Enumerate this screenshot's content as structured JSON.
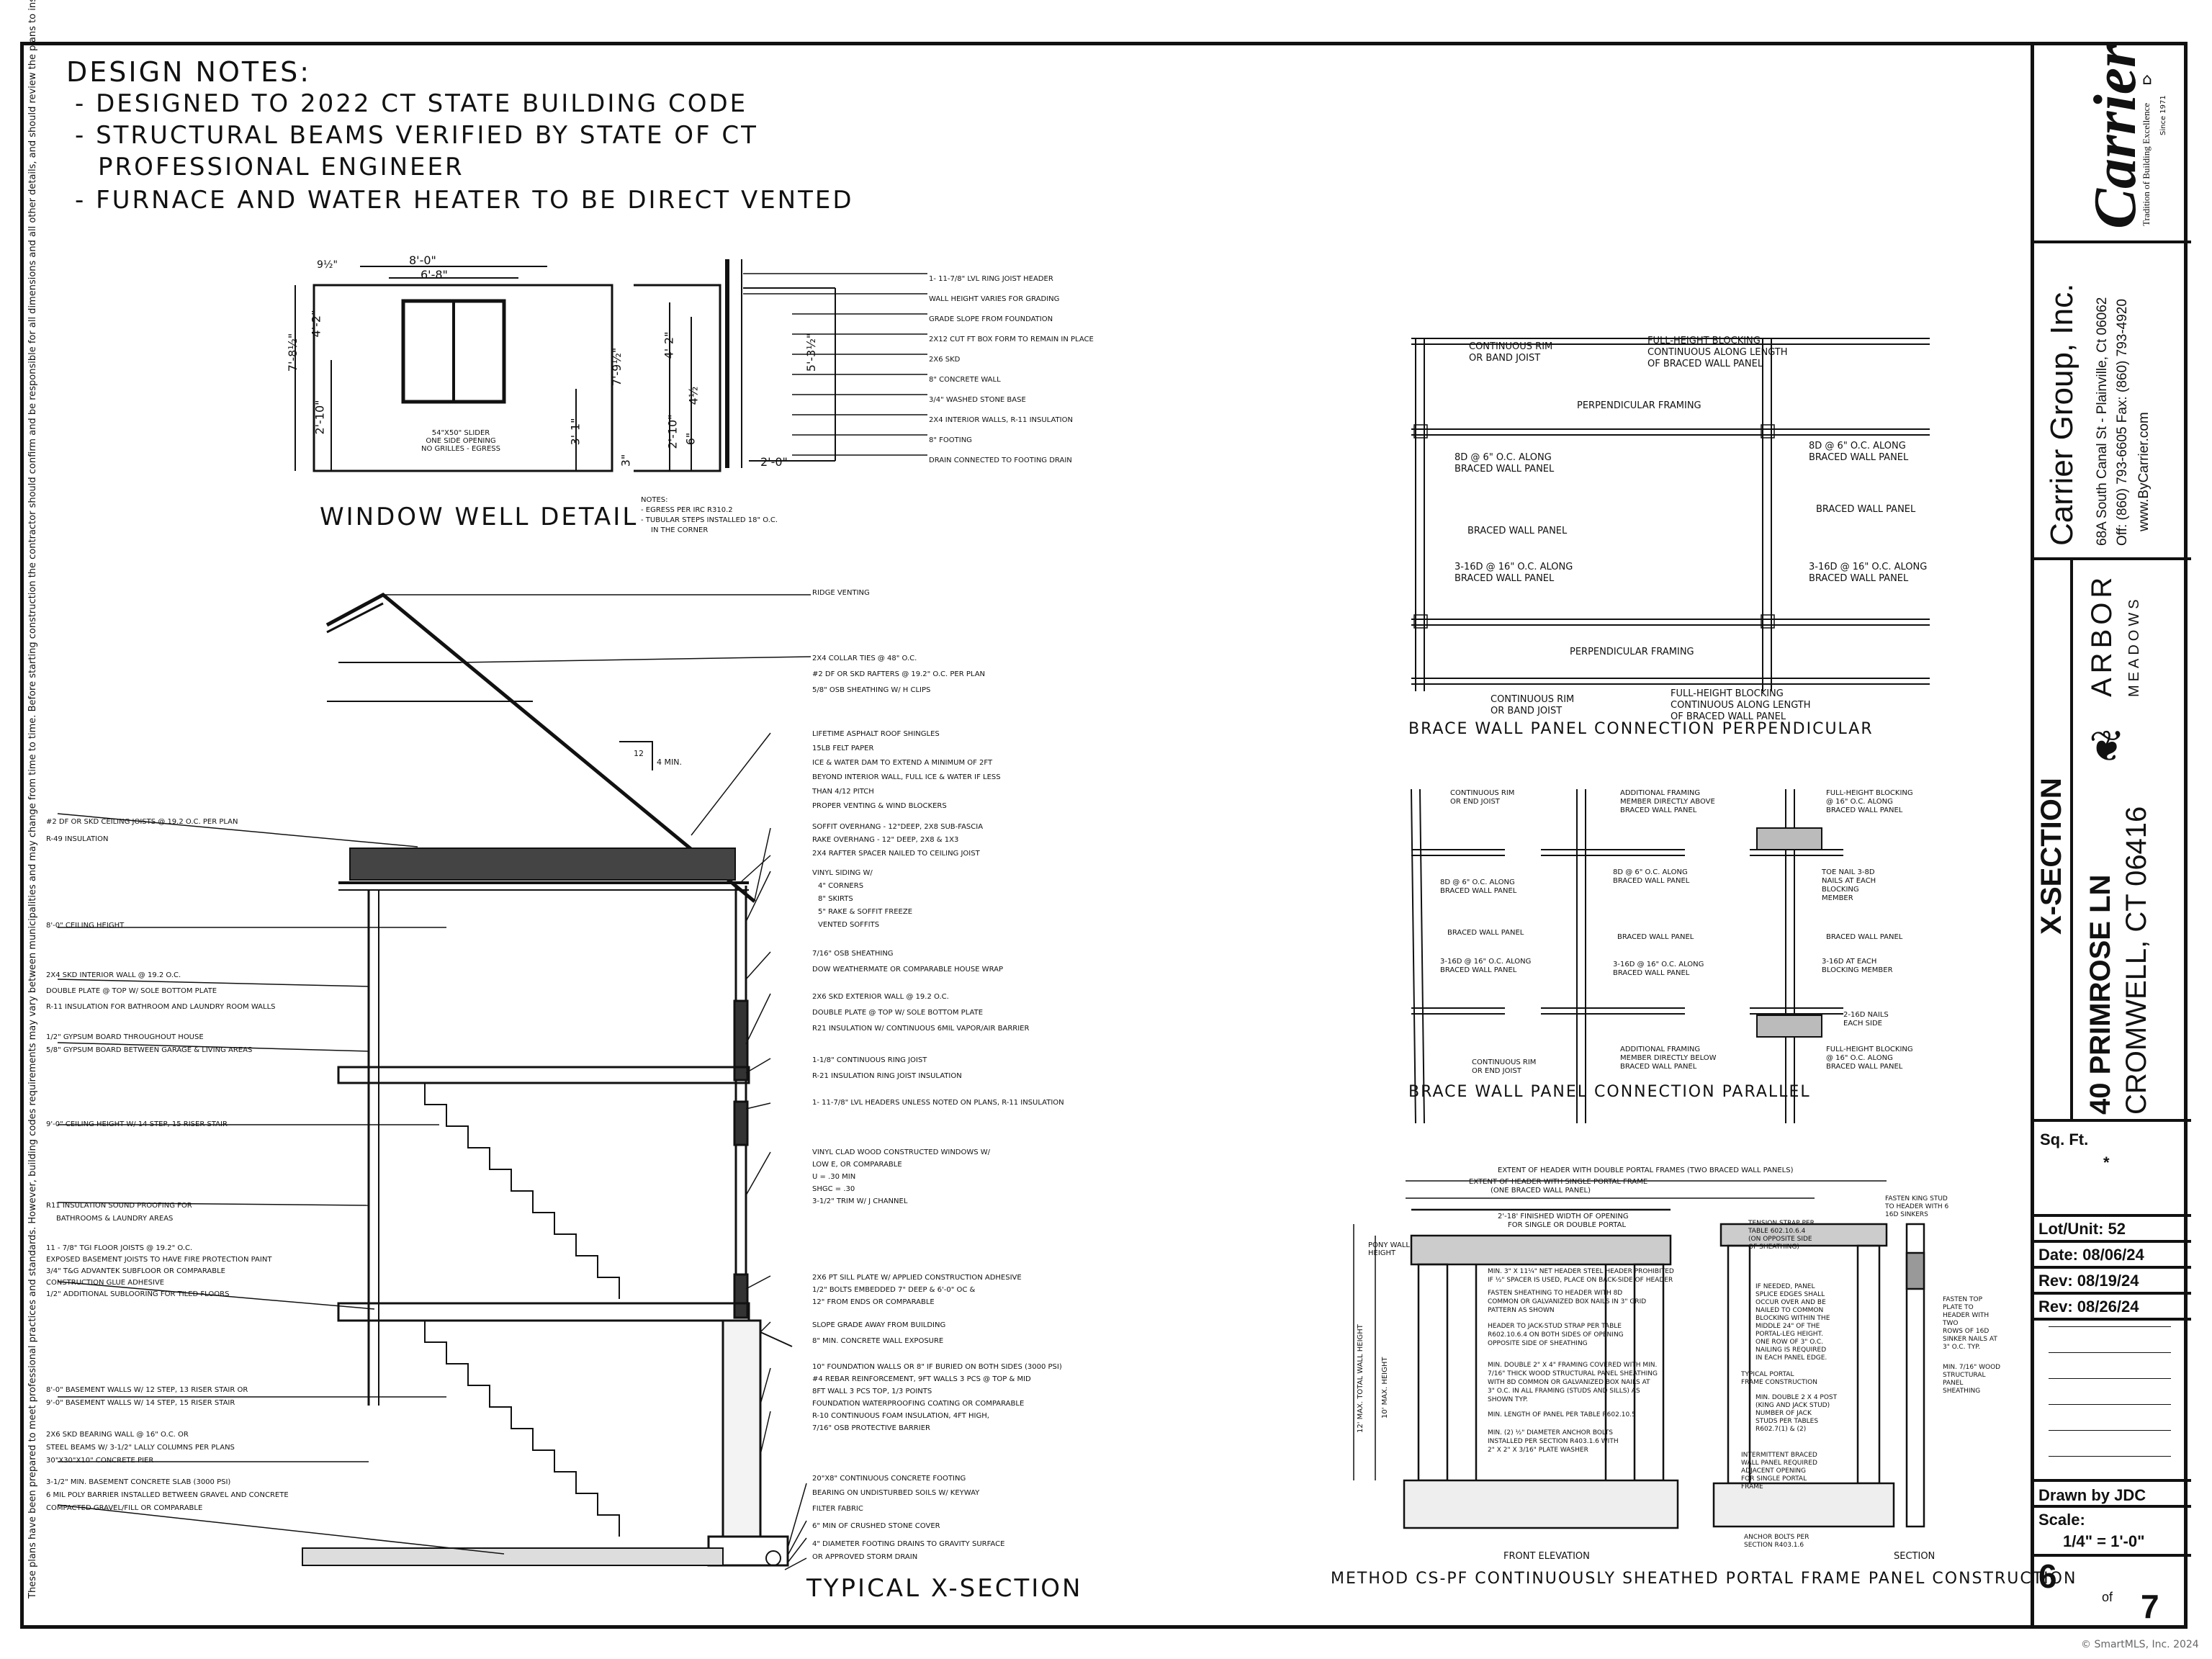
{
  "notes": {
    "title": "DESIGN NOTES:",
    "items": [
      "- DESIGNED TO 2022 CT STATE BUILDING CODE",
      "- STRUCTURAL BEAMS VERIFIED BY STATE OF CT",
      "PROFESSIONAL ENGINEER",
      "- FURNACE AND WATER HEATER TO BE DIRECT VENTED"
    ]
  },
  "disclaimer": "These plans have been prepared to meet professional practices and standards. However, building codes requirements may vary between municipalities and may change from time to time. Before starting construction the contractor should confirm and be responsible for all dimensions and all other details, and should review the plans to insure they meet current requirements.",
  "window_well": {
    "title": "WINDOW WELL DETAIL",
    "dims": [
      "8'-0\"",
      "6'-8\"",
      "9½\"",
      "7'-8½\"",
      "4'-2\"",
      "2'-10\"",
      "3'-1\"",
      "7'-9½\"",
      "4'-2\"",
      "2'-10\"",
      "5'-3½\"",
      "4½",
      "6\"",
      "3\"",
      "2'-0\""
    ],
    "window_label": [
      "54\"x50\" SLIDER",
      "ONE SIDE OPENING",
      "NO GRILLES - EGRESS"
    ],
    "callouts": [
      "1- 11-7/8\" LVL RING JOIST HEADER",
      "WALL HEIGHT VARIES FOR GRADING",
      "GRADE SLOPE FROM FOUNDATION",
      "2X12 CUT FT BOX FORM TO REMAIN IN PLACE",
      "2X6 SKD",
      "8\" CONCRETE WALL",
      "3/4\" WASHED STONE BASE",
      "2X4 INTERIOR WALLS, R-11 INSULATION",
      "8\" FOOTING",
      "DRAIN CONNECTED TO FOOTING DRAIN"
    ],
    "notes": [
      "NOTES:",
      "- EGRESS PER IRC R310.2",
      "- TUBULAR STEPS INSTALLED 18\" O.C.",
      "IN THE CORNER"
    ]
  },
  "xsection": {
    "title": "TYPICAL X-SECTION",
    "pitch": [
      "12",
      "4 MIN."
    ],
    "right_callouts": [
      [
        "RIDGE VENTING"
      ],
      [
        "2X4 COLLAR TIES @ 48\" O.C.",
        "#2 DF OR SKD RAFTERS @ 19.2\" O.C. PER PLAN",
        "5/8\" OSB SHEATHING W/ H CLIPS"
      ],
      [
        "LIFETIME ASPHALT ROOF SHINGLES",
        "15LB FELT PAPER",
        "ICE & WATER DAM TO EXTEND A MINIMUM OF 2FT",
        "BEYOND INTERIOR WALL, FULL ICE & WATER IF LESS",
        "THAN 4/12 PITCH",
        "PROPER VENTING & WIND BLOCKERS"
      ],
      [
        "SOFFIT OVERHANG - 12\"DEEP, 2X8 SUB-FASCIA",
        "RAKE OVERHANG - 12\" DEEP, 2X8 & 1x3"
      ],
      [
        "2x4 RAFTER SPACER NAILED TO CEILING JOIST"
      ],
      [
        "VINYL SIDING W/",
        "4\" CORNERS",
        "8\" SKIRTS",
        "5\" RAKE & SOFFIT FREEZE",
        "VENTED SOFFITS"
      ],
      [
        "7/16\" OSB SHEATHING",
        "DOW WEATHERMATE OR COMPARABLE HOUSE WRAP"
      ],
      [
        "2X6 SKD EXTERIOR WALL @ 19.2 O.C.",
        "DOUBLE PLATE @ TOP W/ SOLE BOTTOM PLATE",
        "R21 INSULATION W/ CONTINUOUS 6MIL VAPOR/AIR BARRIER"
      ],
      [
        "1-1/8\" CONTINUOUS RING JOIST",
        "R-21 INSULATION RING JOIST INSULATION"
      ],
      [
        "1- 11-7/8\" LVL HEADERS UNLESS NOTED ON PLANS, R-11 INSULATION"
      ],
      [
        "VINYL CLAD WOOD CONSTRUCTED WINDOWS W/",
        "LOW E, OR COMPARABLE",
        "U = .30 MIN",
        "SHGC = .30",
        "3-1/2\" TRIM W/ J CHANNEL"
      ],
      [
        "2X6 PT SILL PLATE W/ APPLIED CONSTRUCTION ADHESIVE",
        "1/2\" BOLTS EMBEDDED 7\" DEEP & 6'-0\" OC &",
        "12\" FROM ENDS OR COMPARABLE"
      ],
      [
        "SLOPE GRADE AWAY FROM BUILDING",
        "8\" MIN. CONCRETE WALL EXPOSURE"
      ],
      [
        "10\" FOUNDATION WALLS OR 8\" IF BURIED ON BOTH SIDES (3000 PSI)",
        "#4 REBAR REINFORCEMENT, 9FT WALLS 3 PCS @ TOP & MID",
        "8FT WALL 3 PCS TOP, 1/3 POINTS",
        "FOUNDATION WATERPROOFING COATING OR COMPARABLE"
      ],
      [
        "R-10 CONTINUOUS FOAM INSULATION, 4FT HIGH,",
        "7/16\" OSB PROTECTIVE BARRIER"
      ],
      [
        "20\"X8\" CONTINUOUS CONCRETE FOOTING",
        "BEARING ON UNDISTURBED SOILS W/ KEYWAY"
      ],
      [
        "FILTER FABRIC"
      ],
      [
        "6\" MIN OF CRUSHED STONE COVER"
      ],
      [
        "4\" DIAMETER FOOTING DRAINS TO GRAVITY SURFACE",
        "OR APPROVED STORM DRAIN"
      ]
    ],
    "left_callouts": [
      [
        "#2 DF OR SKD CEILING JOISTS @ 19.2 O.C. PER PLAN",
        "R-49 INSULATION"
      ],
      [
        "8'-0\" CEILING HEIGHT"
      ],
      [
        "2X4 SKD INTERIOR WALL @ 19.2 O.C.",
        "DOUBLE PLATE @ TOP W/ SOLE BOTTOM PLATE",
        "R-11 INSULATION FOR BATHROOM AND LAUNDRY ROOM WALLS"
      ],
      [
        "1/2\" GYPSUM BOARD THROUGHOUT HOUSE",
        "5/8\" GYPSUM BOARD BETWEEN GARAGE & LIVING AREAS"
      ],
      [
        "9'-0\" CEILING HEIGHT W/ 14 STEP, 15 RISER STAIR"
      ],
      [
        "R11 INSULATION SOUND PROOFING FOR",
        "BATHROOMS & LAUNDRY AREAS"
      ],
      [
        "11 - 7/8\" TGI FLOOR JOISTS @ 19.2\" O.C.",
        "EXPOSED BASEMENT JOISTS TO HAVE FIRE PROTECTION PAINT",
        "3/4\" T&G ADVANTEK SUBFLOOR OR COMPARABLE",
        "CONSTRUCTION GLUE ADHESIVE",
        "1/2\" ADDITIONAL SUBLOORING FOR TILED FLOORS"
      ],
      [
        "8'-0\" BASEMENT WALLS W/ 12 STEP, 13 RISER STAIR OR",
        "9'-0\" BASEMENT WALLS W/ 14 STEP, 15 RISER STAIR"
      ],
      [
        "2X6 SKD BEARING WALL @ 16\" O.C. OR",
        "STEEL BEAMS W/ 3-1/2\" LALLY COLUMNS PER PLANS",
        "30\"X30\"X10\" CONCRETE PIER"
      ],
      [
        "3-1/2\" MIN. BASEMENT CONCRETE SLAB (3000 PSI)",
        "6 MIL POLY BARRIER INSTALLED BETWEEN GRAVEL AND CONCRETE",
        "COMPACTED GRAVEL/FILL OR COMPARABLE"
      ]
    ]
  },
  "brace_perp": {
    "title": "BRACE WALL PANEL CONNECTION PERPENDICULAR",
    "labels": {
      "rim_top": [
        "CONTINUOUS RIM",
        "OR BAND JOIST"
      ],
      "block_top": [
        "FULL-HEIGHT BLOCKING",
        "CONTINUOUS ALONG LENGTH",
        "OF BRACED WALL PANEL"
      ],
      "perp1": "PERPENDICULAR FRAMING",
      "nail8d_l": [
        "8d @ 6\" O.C. ALONG",
        "BRACED WALL PANEL"
      ],
      "nail8d_r": [
        "8d @ 6\" O.C. ALONG",
        "BRACED WALL PANEL"
      ],
      "bwp_r": "BRACED WALL PANEL",
      "bwp_l": "BRACED WALL PANEL",
      "nail16_l": [
        "3-16d @ 16\" O.C. ALONG",
        "BRACED WALL PANEL"
      ],
      "nail16_r": [
        "3-16d @ 16\" O.C. ALONG",
        "BRACED WALL PANEL"
      ],
      "perp2": "PERPENDICULAR FRAMING",
      "rim_bot": [
        "CONTINUOUS RIM",
        "OR BAND JOIST"
      ],
      "block_bot": [
        "FULL-HEIGHT BLOCKING",
        "CONTINUOUS ALONG LENGTH",
        "OF BRACED WALL PANEL"
      ]
    }
  },
  "brace_par": {
    "title": "BRACE WALL PANEL CONNECTION PARALLEL",
    "col1": [
      [
        "CONTINUOUS RIM",
        "OR END JOIST"
      ],
      [
        "8d @ 6\" O.C. ALONG",
        "BRACED WALL PANEL"
      ],
      [
        "BRACED WALL PANEL"
      ],
      [
        "3-16d @ 16\" O.C. ALONG",
        "BRACED WALL PANEL"
      ],
      [
        "CONTINUOUS RIM",
        "OR END JOIST"
      ]
    ],
    "col2": [
      [
        "ADDITIONAL FRAMING",
        "MEMBER DIRECTLY ABOVE",
        "BRACED WALL PANEL"
      ],
      [
        "8d @ 6\" O.C. ALONG",
        "BRACED WALL PANEL"
      ],
      [
        "BRACED WALL PANEL"
      ],
      [
        "3-16d @ 16\" O.C. ALONG",
        "BRACED WALL PANEL"
      ],
      [
        "ADDITIONAL FRAMING",
        "MEMBER DIRECTLY BELOW",
        "BRACED WALL PANEL"
      ]
    ],
    "col3": [
      [
        "FULL-HEIGHT BLOCKING",
        "@ 16\" O.C. ALONG",
        "BRACED WALL PANEL"
      ],
      [
        "TOE NAIL 3-8d",
        "NAILS AT EACH",
        "BLOCKING",
        "MEMBER"
      ],
      [
        "BRACED WALL PANEL"
      ],
      [
        "3-16d AT EACH",
        "BLOCKING MEMBER"
      ],
      [
        "2-16d NAILS",
        "EACH SIDE"
      ],
      [
        "FULL-HEIGHT BLOCKING",
        "@ 16\" O.C. ALONG",
        "BRACED WALL PANEL"
      ]
    ]
  },
  "portal": {
    "title": "METHOD CS-PF CONTINUOUSLY SHEATHED PORTAL FRAME PANEL CONSTRUCTION",
    "front": "FRONT ELEVATION",
    "section": "SECTION",
    "top_dims": [
      "EXTENT OF HEADER WITH DOUBLE PORTAL FRAMES (TWO BRACED WALL PANELS)",
      "EXTENT OF HEADER WITH SINGLE PORTAL FRAME",
      "(ONE BRACED WALL PANEL)",
      "2'-18' FINISHED WIDTH OF OPENING",
      "FOR SINGLE OR DOUBLE PORTAL"
    ],
    "left_dims": [
      "PONY WALL",
      "HEIGHT",
      "12' MAX. TOTAL WALL HEIGHT",
      "10' MAX. HEIGHT"
    ],
    "center_notes": [
      [
        "MIN. 3\" x 11¼\" NET HEADER STEEL HEADER PROHIBITED",
        "IF ½\" SPACER IS USED, PLACE ON BACK-SIDE OF HEADER"
      ],
      [
        "FASTEN SHEATHING TO HEADER WITH 8D",
        "COMMON OR GALVANIZED BOX NAILS IN 3\" GRID",
        "PATTERN AS SHOWN"
      ],
      [
        "HEADER TO JACK-STUD STRAP PER TABLE",
        "R602.10.6.4 ON BOTH SIDES OF OPENING",
        "OPPOSITE SIDE OF SHEATHING"
      ],
      [
        "MIN. DOUBLE 2\" x 4\" FRAMING COVERED WITH MIN.",
        "7/16\" THICK WOOD STRUCTURAL PANEL SHEATHING",
        "WITH 8D COMMON OR GALVANIZED BOX NAILS AT",
        "3\" O.C. IN ALL FRAMING (STUDS AND SILLS) AS",
        "SHOWN TYP."
      ],
      [
        "MIN. LENGTH OF PANEL PER TABLE R602.10.5"
      ],
      [
        "MIN. (2) ½\" DIAMETER ANCHOR BOLTS",
        "INSTALLED PER SECTION R403.1.6 WITH",
        "2\" x 2\" x 3/16\" PLATE WASHER"
      ]
    ],
    "right_notes": [
      [
        "TENSION STRAP PER",
        "TABLE 602.10.6.4",
        "(ON OPPOSITE SIDE",
        "OF SHEATHING)"
      ],
      [
        "IF NEEDED, PANEL",
        "SPLICE EDGES SHALL",
        "OCCUR OVER AND BE",
        "NAILED TO COMMON",
        "BLOCKING WITHIN THE",
        "MIDDLE 24\" OF THE",
        "PORTAL-LEG HEIGHT.",
        "ONE ROW OF 3\" O.C.",
        "NAILING IS REQUIRED",
        "IN EACH PANEL EDGE."
      ],
      [
        "TYPICAL PORTAL",
        "FRAME CONSTRUCTION"
      ],
      [
        "MIN. DOUBLE 2 x 4 POST",
        "(KING AND JACK STUD)",
        "NUMBER OF JACK",
        "STUDS PER TABLES",
        "R602.7(1) & (2)"
      ],
      [
        "INTERMITTENT BRACED",
        "WALL PANEL REQUIRED",
        "ADJACENT OPENING",
        "FOR SINGLE PORTAL",
        "FRAME"
      ],
      [
        "ANCHOR BOLTS PER",
        "SECTION R403.1.6"
      ]
    ],
    "section_notes": [
      [
        "FASTEN KING STUD",
        "TO HEADER WITH 6",
        "16D SINKERS"
      ],
      [
        "FASTEN TOP",
        "PLATE TO",
        "HEADER WITH",
        "TWO",
        "ROWS OF 16D",
        "SINKER NAILS AT",
        "3\" O.C. TYP."
      ],
      [
        "MIN. 7/16\" WOOD",
        "STRUCTURAL",
        "PANEL",
        "SHEATHING"
      ]
    ]
  },
  "titleblock": {
    "logo": "Carrier",
    "logo_tag": "Tradition of Building Excellence",
    "logo_since": "Since 1971",
    "company": "Carrier Group, Inc.",
    "address": "68A South Canal St - Plainville, Ct 06062",
    "phone": "Off: (860) 793-6605  Fax: (860) 793-4920",
    "web": "www.ByCarrier.com",
    "sheet_title": "X-SECTION",
    "project_logo_1": "ARBOR",
    "project_logo_2": "MEADOWS",
    "street": "40 PRIMROSE LN",
    "city": "CROMWELL, CT 06416",
    "sqft_label": "Sq. Ft.",
    "sqft_value": "*",
    "lot": "Lot/Unit: 52",
    "date": "Date: 08/06/24",
    "rev1": "Rev: 08/19/24",
    "rev2": "Rev: 08/26/24",
    "drawn": "Drawn by JDC",
    "scale_label": "Scale:",
    "scale_value": "1/4\" = 1'-0\"",
    "sheet_no": "6",
    "of": "of",
    "sheet_total": "7"
  },
  "watermark": "© SmartMLS, Inc. 2024"
}
